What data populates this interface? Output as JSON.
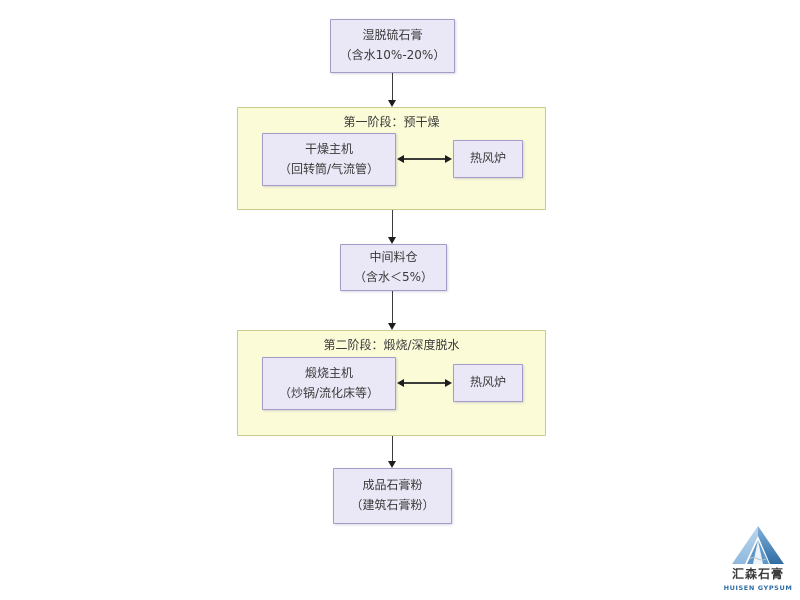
{
  "colors": {
    "node_fill": "#eae8f6",
    "node_border": "#a49cc6",
    "stage_fill": "#fbfbd8",
    "stage_border": "#c9ca8e",
    "text": "#3a3a3a",
    "arrow": "#2b2b2b",
    "logo_blue_light": "#9cc3e5",
    "logo_blue_dark": "#2e6da4"
  },
  "flowchart": {
    "wet_gypsum": {
      "line1": "湿脱硫石膏",
      "line2": "（含水10%-20%）"
    },
    "stage1": {
      "title": "第一阶段：预干燥",
      "dryer": {
        "line1": "干燥主机",
        "line2": "（回转筒/气流管）"
      },
      "furnace": {
        "label": "热风炉"
      }
    },
    "silo": {
      "line1": "中间料仓",
      "line2": "（含水＜5%）"
    },
    "stage2": {
      "title": "第二阶段：煅烧/深度脱水",
      "calciner": {
        "line1": "煅烧主机",
        "line2": "（炒锅/流化床等）"
      },
      "furnace": {
        "label": "热风炉"
      }
    },
    "final_product": {
      "line1": "成品石膏粉",
      "line2": "（建筑石膏粉）"
    }
  },
  "logo": {
    "name_cn": "汇森石膏",
    "name_en": "HUISEN GYPSUM"
  }
}
